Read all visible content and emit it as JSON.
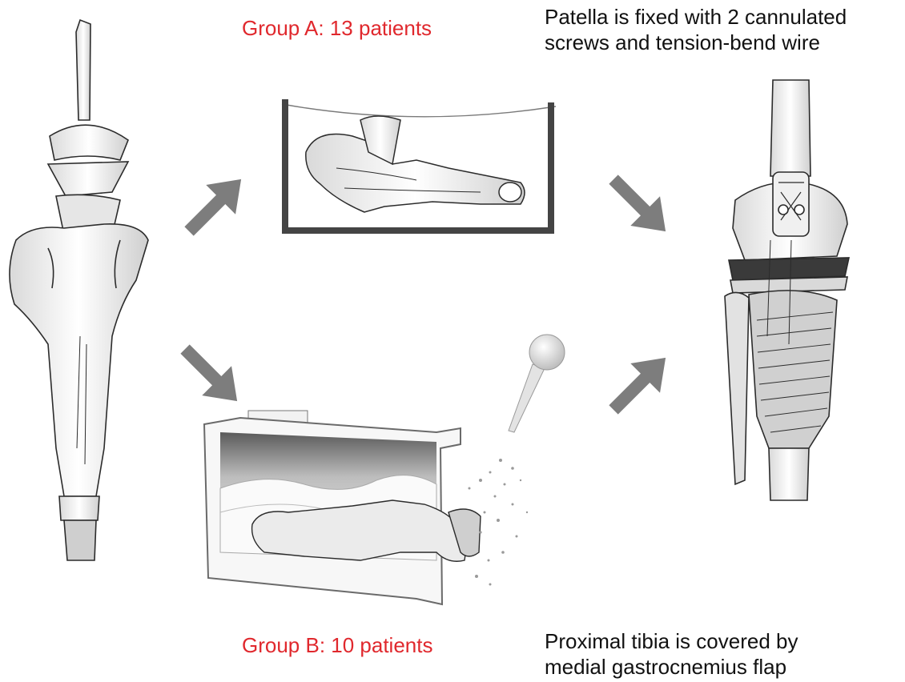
{
  "labels": {
    "group_a": "Group A: 13 patients",
    "group_b": "Group B: 10 patients",
    "patella_line1": "Patella is fixed with 2 cannulated",
    "patella_line2": "screws and tension-bend wire",
    "tibia_line1": "Proximal tibia is covered by",
    "tibia_line2": "medial gastrocnemius flap"
  },
  "colors": {
    "group_label": "#e0282d",
    "description_text": "#111111",
    "arrow": "#7d7d7d",
    "sketch_line": "#2b2b2b"
  },
  "illustrations": [
    "knee-specimen-sketch",
    "specimen-in-container-sketch",
    "specimen-in-irradiation-chamber-render",
    "reconstructed-knee-sketch"
  ]
}
